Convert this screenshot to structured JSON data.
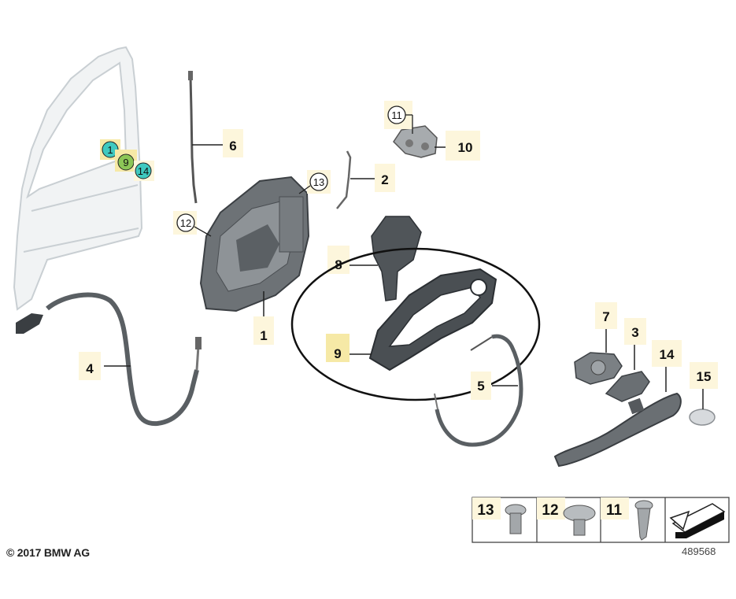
{
  "callouts": {
    "c1": "1",
    "c2": "2",
    "c4": "4",
    "c5": "5",
    "c6": "6",
    "c7": "7",
    "c3": "3",
    "c8": "8",
    "c9": "9",
    "c10": "10",
    "c11": "11",
    "c12": "12",
    "c13": "13",
    "c14": "14",
    "c15": "15"
  },
  "door_markers": {
    "m1": "1",
    "m9": "9",
    "m14": "14"
  },
  "legend": {
    "l13": "13",
    "l12": "12",
    "l11": "11"
  },
  "footer": {
    "copyright": "© 2017 BMW AG",
    "diagram_id": "489568"
  },
  "colors": {
    "highlight": "#f6e9a6",
    "marker_teal": "#3fc9c0",
    "marker_green": "#8cc657",
    "part_gray": "#5a5f63"
  }
}
